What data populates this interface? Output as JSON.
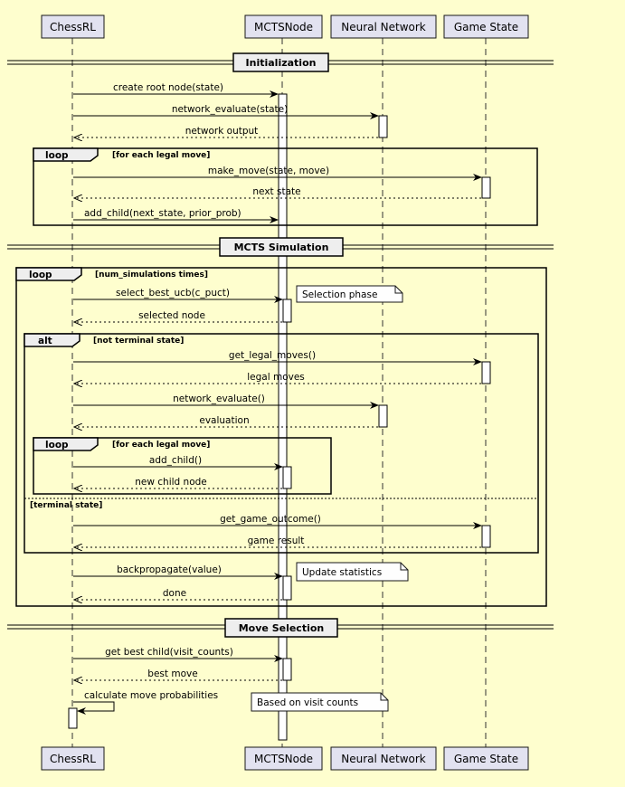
{
  "participants": [
    {
      "name": "ChessRL"
    },
    {
      "name": "MCTSNode"
    },
    {
      "name": "Neural Network"
    },
    {
      "name": "Game State"
    }
  ],
  "dividers": [
    "Initialization",
    "MCTS Simulation",
    "Move Selection"
  ],
  "messages": [
    "create root node(state)",
    "network_evaluate(state)",
    "network output",
    "make_move(state, move)",
    "next state",
    "add_child(next_state, prior_prob)",
    "select_best_ucb(c_puct)",
    "selected node",
    "get_legal_moves()",
    "legal moves",
    "network_evaluate()",
    "evaluation",
    "add_child()",
    "new child node",
    "get_game_outcome()",
    "game result",
    "backpropagate(value)",
    "done",
    "get best child(visit_counts)",
    "best move",
    "calculate move probabilities"
  ],
  "fragments": [
    {
      "keyword": "loop",
      "condition": "[for each legal move]"
    },
    {
      "keyword": "loop",
      "condition": "[num_simulations times]"
    },
    {
      "keyword": "alt",
      "condition": "[not terminal state]",
      "else_condition": "[terminal state]"
    },
    {
      "keyword": "loop",
      "condition": "[for each legal move]"
    }
  ],
  "notes": [
    "Selection phase",
    "Update statistics",
    "Based on visit counts"
  ]
}
